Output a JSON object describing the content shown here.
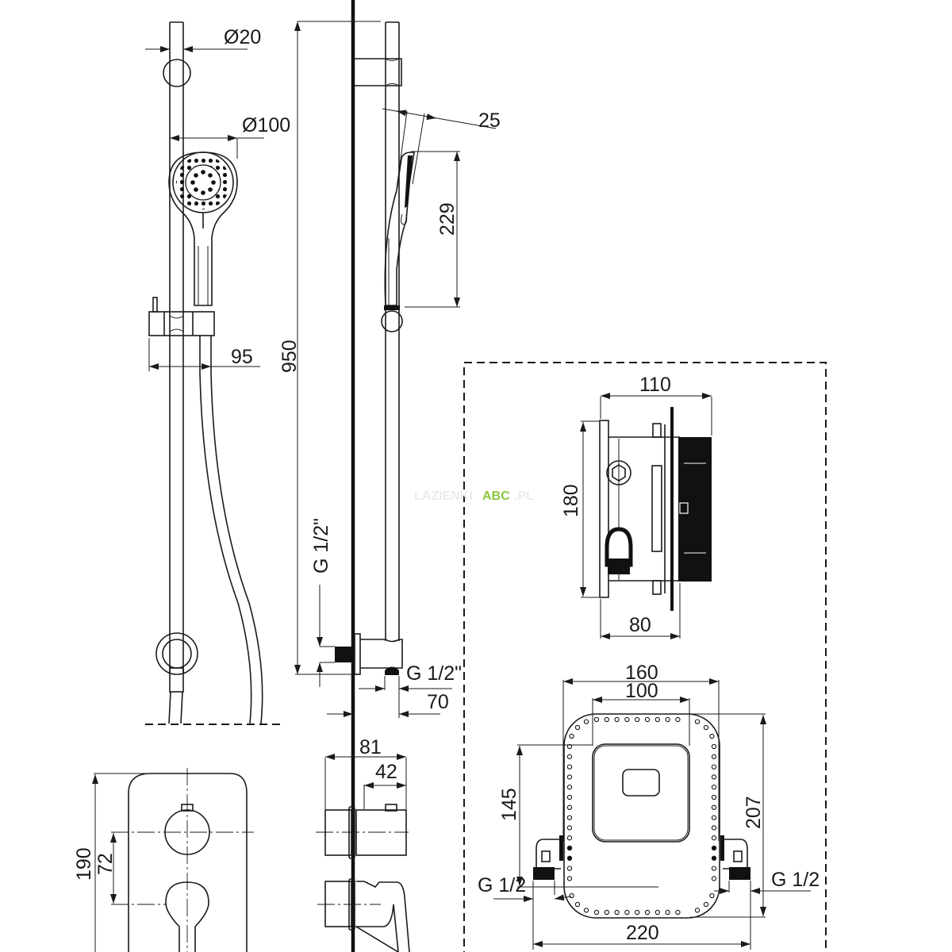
{
  "diagram": {
    "type": "technical-drawing",
    "subject": "concealed shower set with slide rail, hand shower and thermostatic mixer",
    "units": "mm",
    "colors": {
      "line": "#1a1a1a",
      "background": "#ffffff",
      "watermark_accent": "#8cc63f",
      "watermark_faint": "#e8e8e8"
    },
    "watermark": {
      "prefix": "LAZIENKI",
      "accent": "ABC",
      "suffix": ".PL"
    },
    "views": {
      "rail_front": {
        "dimensions": {
          "rail_diameter": "Ø20",
          "head_diameter": "Ø100",
          "holder_offset": "95"
        }
      },
      "rail_side": {
        "dimensions": {
          "overall_height": "950",
          "head_tilt": "25",
          "hand_shower_length": "229",
          "wall_connection_thread": "G 1/2\"",
          "outlet_thread": "G 1/2\"",
          "outlet_projection": "70"
        }
      },
      "mixer_front": {
        "dimensions": {
          "plate_height": "190",
          "axis_spacing": "72"
        }
      },
      "mixer_side": {
        "dimensions": {
          "total_depth": "81",
          "knob_projection": "42"
        }
      },
      "box_side": {
        "dimensions": {
          "total_depth": "110",
          "height": "180",
          "body_depth": "80"
        }
      },
      "box_front": {
        "dimensions": {
          "outer_width": "160",
          "inner_width": "100",
          "inner_height": "145",
          "outer_height": "207",
          "left_thread": "G 1/2",
          "right_thread": "G 1/2",
          "overall_width": "220"
        }
      }
    }
  }
}
